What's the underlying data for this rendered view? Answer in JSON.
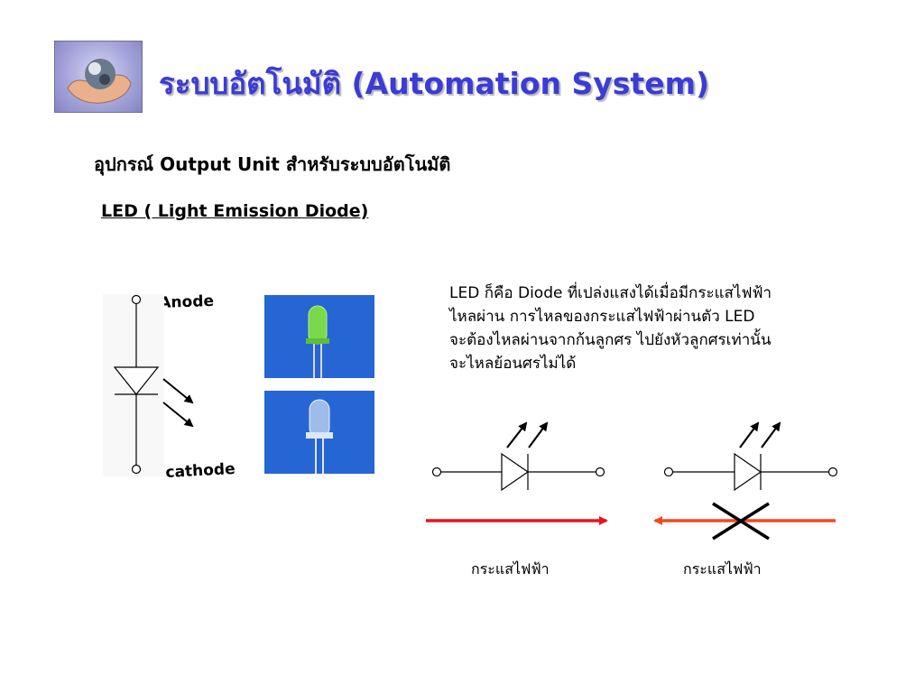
{
  "header": {
    "title": "ระบบอัตโนมัติ (Automation System)"
  },
  "section": {
    "subtitle": "อุปกรณ์ Output Unit สำหรับระบบอัตโนมัติ",
    "led_heading": "LED ( Light Emission Diode)"
  },
  "symbol": {
    "anode_label": "Anode",
    "cathode_label": "cathode"
  },
  "description": {
    "lines": [
      "LED ก็คือ Diode ที่เปล่งแสงได้เมื่อมีกระแสไฟฟ้า",
      "ไหลผ่าน  การไหลของกระแสไฟฟ้าผ่านตัว LED",
      "จะต้องไหลผ่านจากก้นลูกศร ไปยังหัวลูกศรเท่านั้น",
      "จะไหลย้อนศรไม่ได้"
    ]
  },
  "diagrams": {
    "forward_label": "กระแสไฟฟ้า",
    "reverse_label": "กระแสไฟฟ้า"
  },
  "colors": {
    "title": "#3b3bd6",
    "forward_arrow": "#e8141c",
    "reverse_arrow": "#f04a1e",
    "photo_background": "#2666d4"
  }
}
